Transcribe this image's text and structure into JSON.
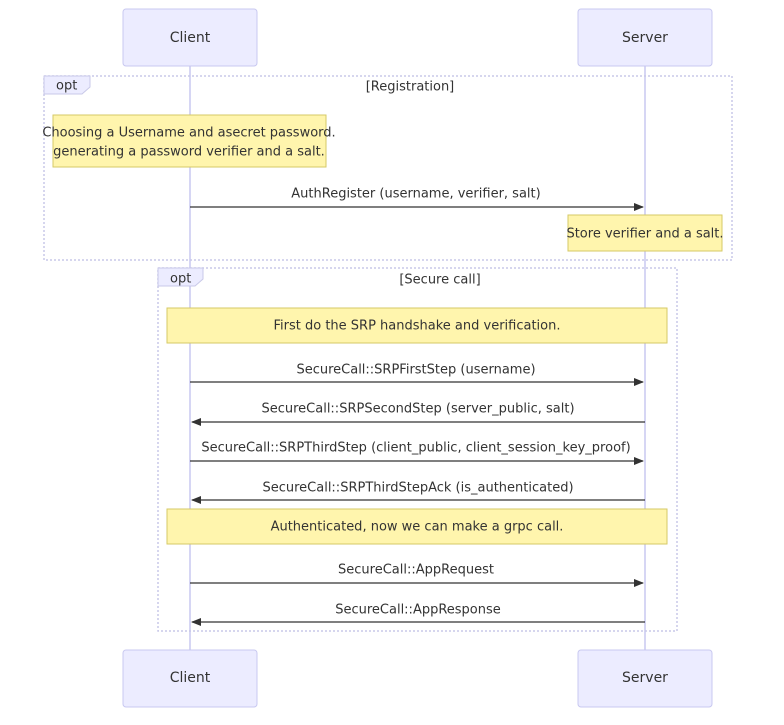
{
  "actors": {
    "client": "Client",
    "server": "Server"
  },
  "groups": {
    "registration": {
      "tag": "opt",
      "label": "[Registration]",
      "note_client_line1": "Choosing a Username and asecret password.",
      "note_client_line2": "generating a password verifier and a salt.",
      "message": "AuthRegister (username, verifier, salt)",
      "note_server": "Store verifier and a salt."
    },
    "secure_call": {
      "tag": "opt",
      "label": "[Secure call]",
      "note_1": "First do the SRP handshake and verification.",
      "messages": [
        "SecureCall::SRPFirstStep (username)",
        "SecureCall::SRPSecondStep (server_public, salt)",
        "SecureCall::SRPThirdStep (client_public, client_session_key_proof)",
        "SecureCall::SRPThirdStepAck (is_authenticated)"
      ],
      "note_2": "Authenticated, now we can make a grpc call.",
      "app_messages": [
        "SecureCall::AppRequest",
        "SecureCall::AppResponse"
      ]
    }
  }
}
